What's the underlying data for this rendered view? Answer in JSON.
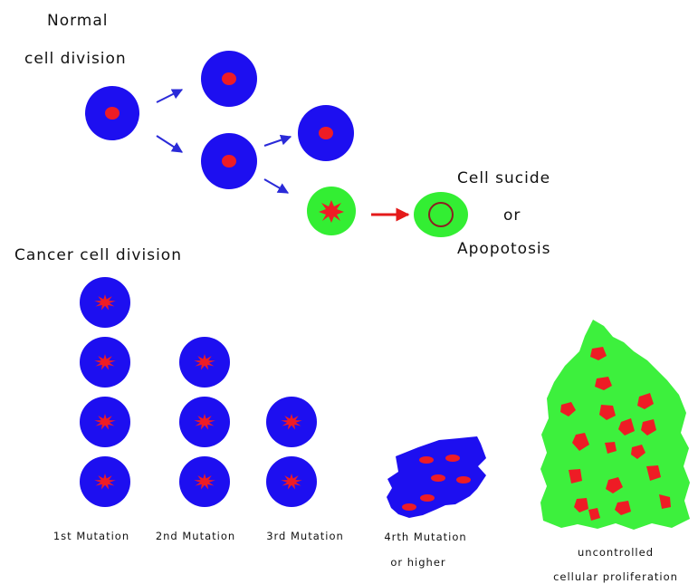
{
  "normal": {
    "title_line1": "Normal",
    "title_line2": "cell division"
  },
  "apoptosis": {
    "line1": "Cell sucide",
    "line2": "or",
    "line3": "Apopotosis"
  },
  "cancer": {
    "title": "Cancer cell division",
    "stages": [
      {
        "label": "1st Mutation"
      },
      {
        "label": "2nd Mutation"
      },
      {
        "label": "3rd Mutation"
      },
      {
        "label_line1": "4rth Mutation",
        "label_line2": "or higher"
      },
      {
        "label_line1": "uncontrolled",
        "label_line2": "cellular proliferation"
      }
    ]
  },
  "colors": {
    "normal_cell": "#1d0ff0",
    "nucleus": "#ee1c25",
    "apoptotic_cell": "#33ee33",
    "arrow_blue": "#2a2ad8",
    "arrow_red": "#e41a1a",
    "tumor": "#3df03d"
  }
}
